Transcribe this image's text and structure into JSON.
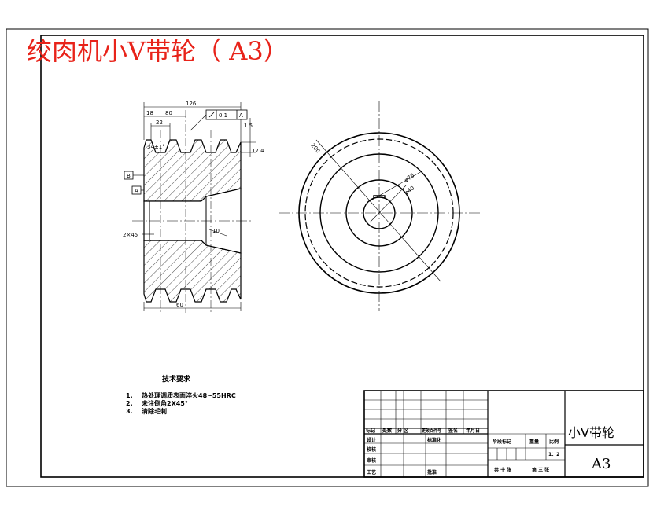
{
  "drawing": {
    "title": "绞肉机小V带轮（ A3）",
    "title_color": "#e8231a"
  },
  "dimensions": {
    "overall_width": "126",
    "pitch_18": "18",
    "pitch_80": "80",
    "groove_22": "22",
    "groove_top": "1.5",
    "groove_depth": "17.4",
    "groove_angle": "34±1°",
    "runout": "0.1",
    "datum_a": "A",
    "datum_b": "B",
    "chamfer": "2×45",
    "bore_taper": "10",
    "hub_width": "60",
    "outer_dia": "200",
    "mid_dia": "φ76",
    "bore_dia": "φ40"
  },
  "notes": {
    "heading": "技术要求",
    "items": [
      {
        "num": "1.",
        "text": "热处理调质表面淬火48~55HRC"
      },
      {
        "num": "2.",
        "text": "未注倒角2X45°"
      },
      {
        "num": "3.",
        "text": "清除毛刺"
      }
    ]
  },
  "title_block": {
    "part_name": "小V带轮",
    "sheet_size": "A3",
    "row_labels": [
      "标记",
      "处数",
      "分 区",
      "更改文件号",
      "签名",
      "年月日"
    ],
    "left_rows": [
      "设计",
      "校核",
      "审核",
      "工艺"
    ],
    "standardize": "标准化",
    "approve": "批准",
    "stage_label": "阶段标记",
    "weight_label": "重量",
    "scale_label": "比例",
    "scale_value": "1：2",
    "total_sheets": "共 十 张",
    "sheet_no": "第 三 张"
  }
}
